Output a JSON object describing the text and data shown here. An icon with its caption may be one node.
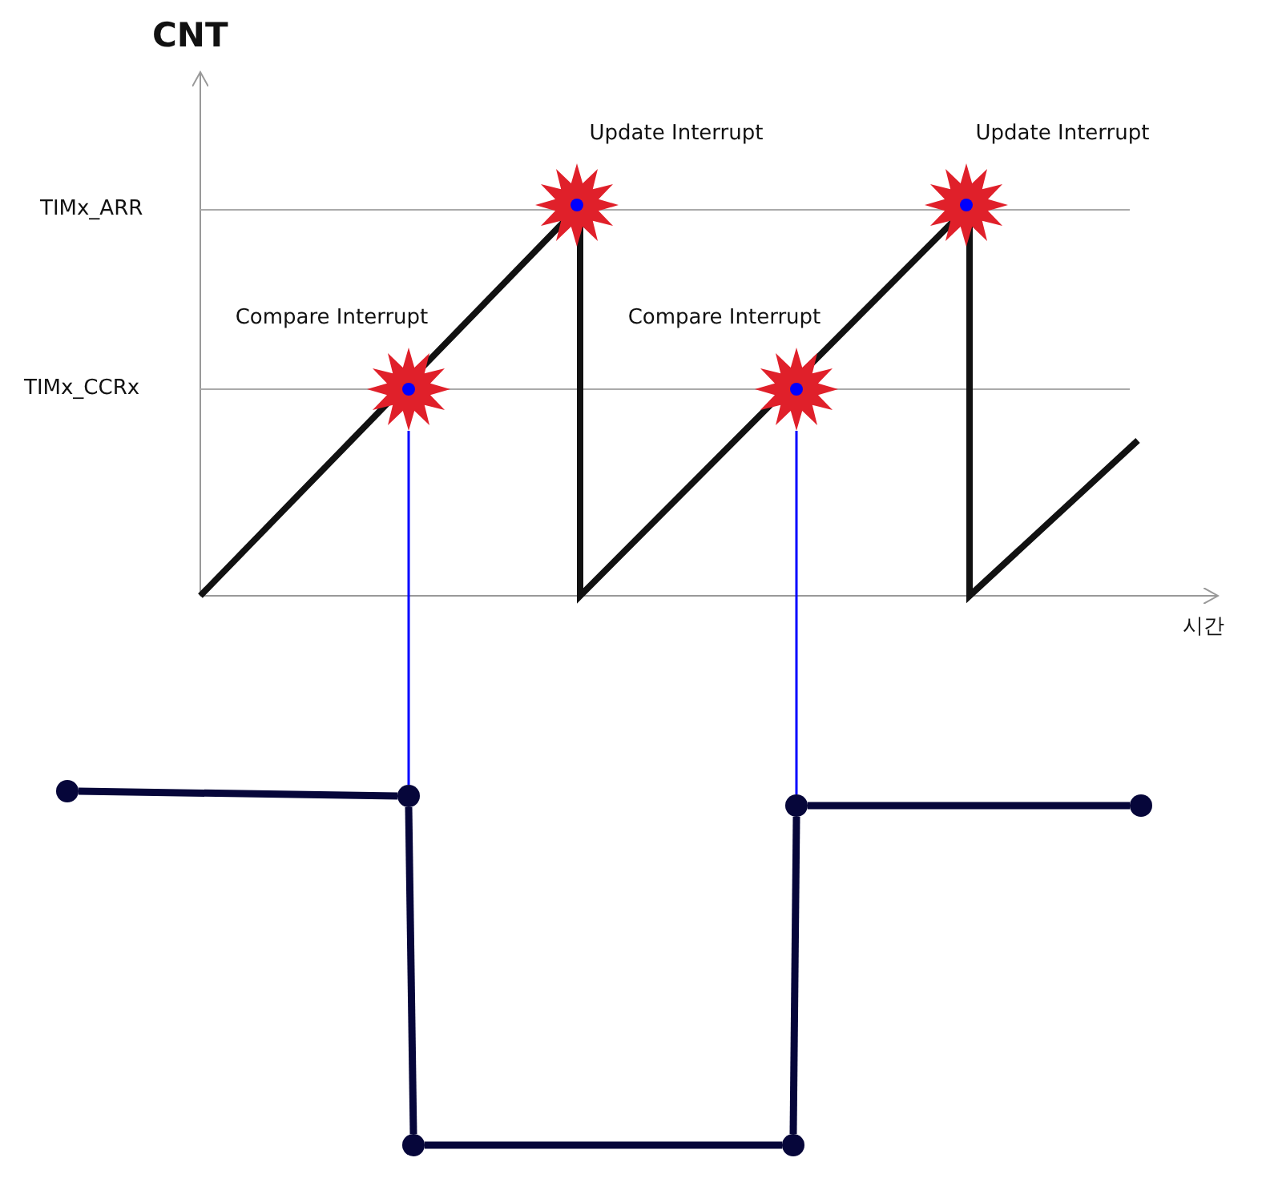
{
  "diagram": {
    "nodes": [
      {
        "text": [
          "Compare Interrupt"
        ]
      },
      {
        "text": [
          "Update Interrupt"
        ]
      },
      {
        "text": [
          "Compare Interrupt"
        ]
      },
      {
        "text": [
          "Update Interrupt"
        ]
      },
      {
        "text": [],
        "shape": "circle"
      },
      {
        "text": [],
        "shape": "circle"
      },
      {
        "text": [],
        "shape": "circle"
      },
      {
        "text": [],
        "shape": "circle"
      },
      {
        "text": [],
        "shape": "circle"
      },
      {
        "text": [],
        "shape": "circle"
      }
    ],
    "edges": [
      {
        "from": 0,
        "to": 5,
        "arrow": "none",
        "color": "#0000ff"
      },
      {
        "from": 2,
        "to": 8,
        "arrow": "none",
        "color": "#0000ff"
      },
      {
        "from": 4,
        "to": 5,
        "arrow": "none"
      },
      {
        "from": 5,
        "to": 6,
        "arrow": "none"
      },
      {
        "from": 6,
        "to": 7,
        "arrow": "none"
      },
      {
        "from": 7,
        "to": 8,
        "arrow": "none"
      },
      {
        "from": 8,
        "to": 9,
        "arrow": "none"
      }
    ],
    "labels": [
      "CNT",
      "TIMx_ARR",
      "TIMx_CCRx",
      "시간"
    ]
  }
}
